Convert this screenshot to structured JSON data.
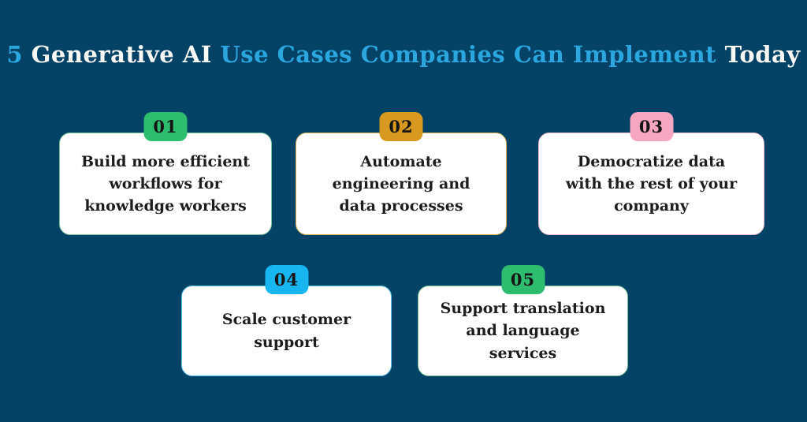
{
  "colors": {
    "background": "#044266",
    "card_background": "#ffffff",
    "title_accent": "#2ba7e0",
    "title_white": "#f9f9f5",
    "card_text": "#1d1d1b",
    "badge_text": "#151515",
    "green": "#2ebd6e",
    "gold": "#d7991f",
    "pink": "#f7a6c1",
    "cyan": "#17b6f0"
  },
  "title": {
    "full_text": "5 Generative AI Use Cases Companies Can Implement Today",
    "segments": [
      {
        "text": "5 ",
        "color": "#2ba7e0"
      },
      {
        "text": "Generative AI ",
        "color": "#f9f9f5"
      },
      {
        "text": "Use Cases Companies Can Implement ",
        "color": "#2ba7e0"
      },
      {
        "text": "Today",
        "color": "#f9f9f5"
      }
    ]
  },
  "cards": [
    {
      "number": "01",
      "text": "Build more efficient workflows for knowledge workers",
      "badge_color": "#2ebd6e",
      "border_color": "#7cc49b"
    },
    {
      "number": "02",
      "text": "Automate engineering and data processes",
      "badge_color": "#d7991f",
      "border_color": "#d8ac52"
    },
    {
      "number": "03",
      "text": "Democratize data with the rest of your company",
      "badge_color": "#f7a6c1",
      "border_color": "#efb9cd"
    },
    {
      "number": "04",
      "text": "Scale customer support",
      "badge_color": "#17b6f0",
      "border_color": "#5fc6ef"
    },
    {
      "number": "05",
      "text": "Support translation and language services",
      "badge_color": "#2ebd6e",
      "border_color": "#7cc49b"
    }
  ]
}
